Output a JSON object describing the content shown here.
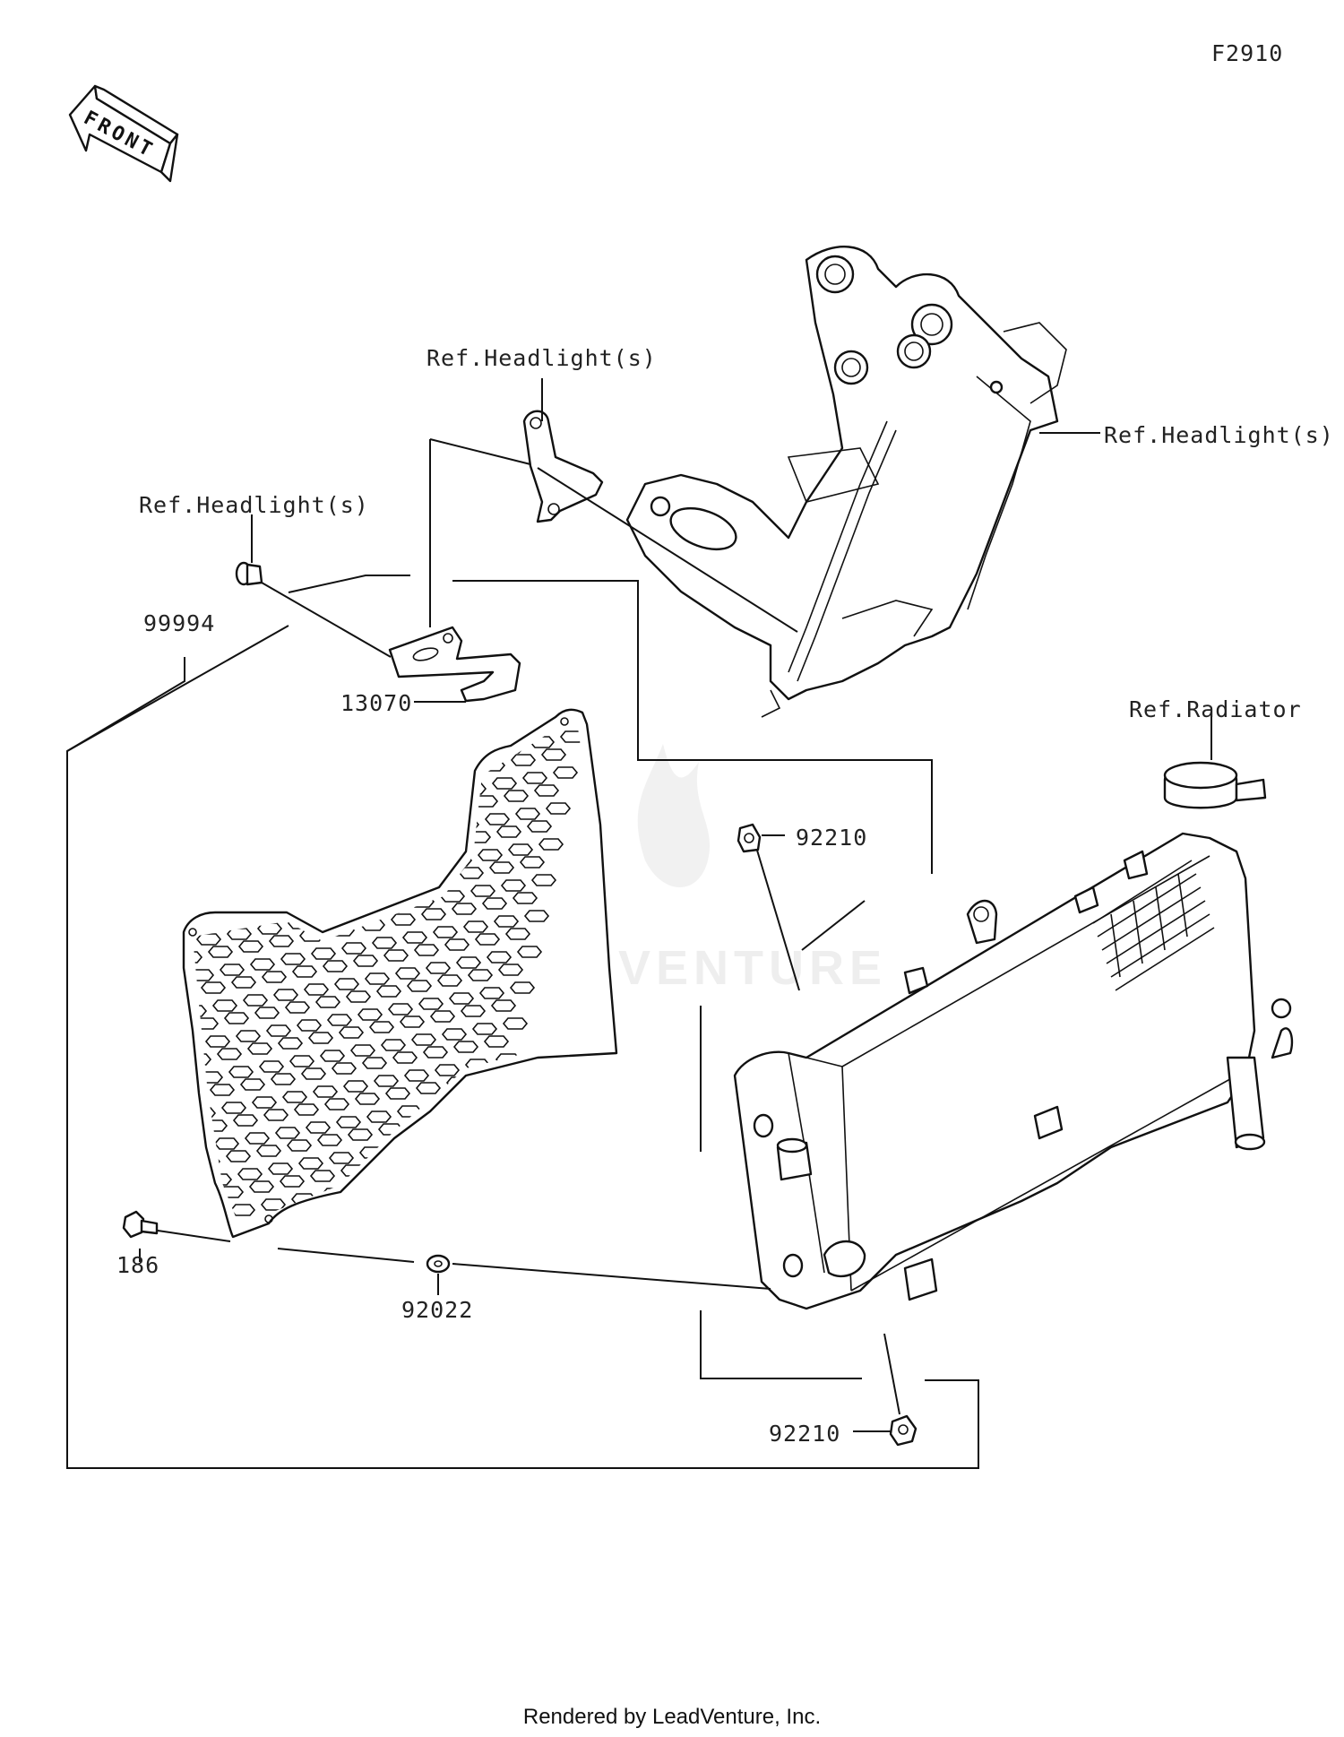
{
  "figure_code": "F2910",
  "front_label": "FRONT",
  "callouts": {
    "ref_headlight_top": "Ref.Headlight(s)",
    "ref_headlight_right": "Ref.Headlight(s)",
    "ref_headlight_left": "Ref.Headlight(s)",
    "ref_radiator": "Ref.Radiator",
    "part_99994": "99994",
    "part_13070": "13070",
    "part_92210_top": "92210",
    "part_92210_bottom": "92210",
    "part_186": "186",
    "part_92022": "92022"
  },
  "watermark": "VENTURE",
  "footer": "Rendered by LeadVenture, Inc."
}
